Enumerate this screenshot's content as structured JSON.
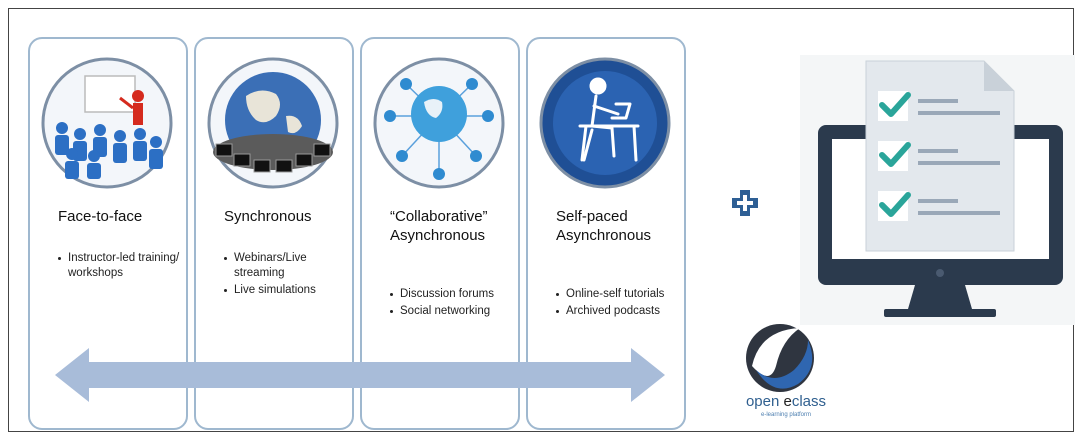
{
  "columns": [
    {
      "title_lines": [
        "Face-to-face"
      ],
      "bullets": [
        "Instructor-led training/ workshops"
      ],
      "icon": "classroom-icon"
    },
    {
      "title_lines": [
        "Synchronous"
      ],
      "bullets": [
        "Webinars/Live streaming",
        "Live simulations"
      ],
      "icon": "globe-computers-icon"
    },
    {
      "title_lines": [
        "“Collaborative”",
        "Asynchronous"
      ],
      "bullets": [
        "Discussion forums",
        "Social networking"
      ],
      "icon": "network-globe-icon"
    },
    {
      "title_lines": [
        "Self-paced",
        "Asynchronous"
      ],
      "bullets": [
        "Online-self tutorials",
        "Archived podcasts"
      ],
      "icon": "student-laptop-icon"
    }
  ],
  "logo": {
    "name_prefix": "open ",
    "name_e": "e",
    "name_suffix": "class",
    "tagline": "e-learning platform"
  },
  "icons": {
    "plus": "plus-icon",
    "monitor": "monitor-checklist-icon",
    "arrow": "double-arrow-icon"
  },
  "colors": {
    "border": "#9fb8cf",
    "arrow": "#a8bcd9",
    "plus": "#2e5f95",
    "monitor_frame": "#2b3a4d",
    "check": "#2aa59a"
  }
}
